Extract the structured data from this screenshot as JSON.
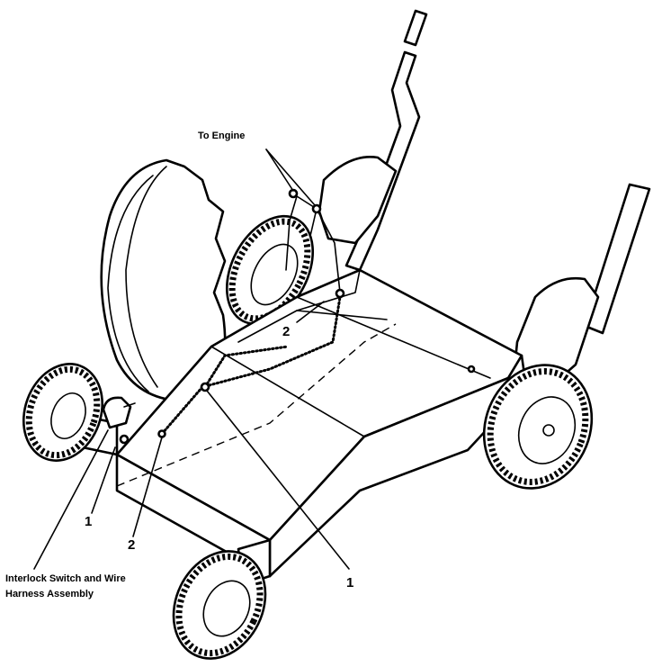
{
  "callouts": {
    "to_engine": "To Engine",
    "interlock_line1": "Interlock Switch and Wire",
    "interlock_line2": "Harness Assembly",
    "ref_1_left": "1",
    "ref_2_left": "2",
    "ref_2_top": "2",
    "ref_1_right": "1"
  }
}
